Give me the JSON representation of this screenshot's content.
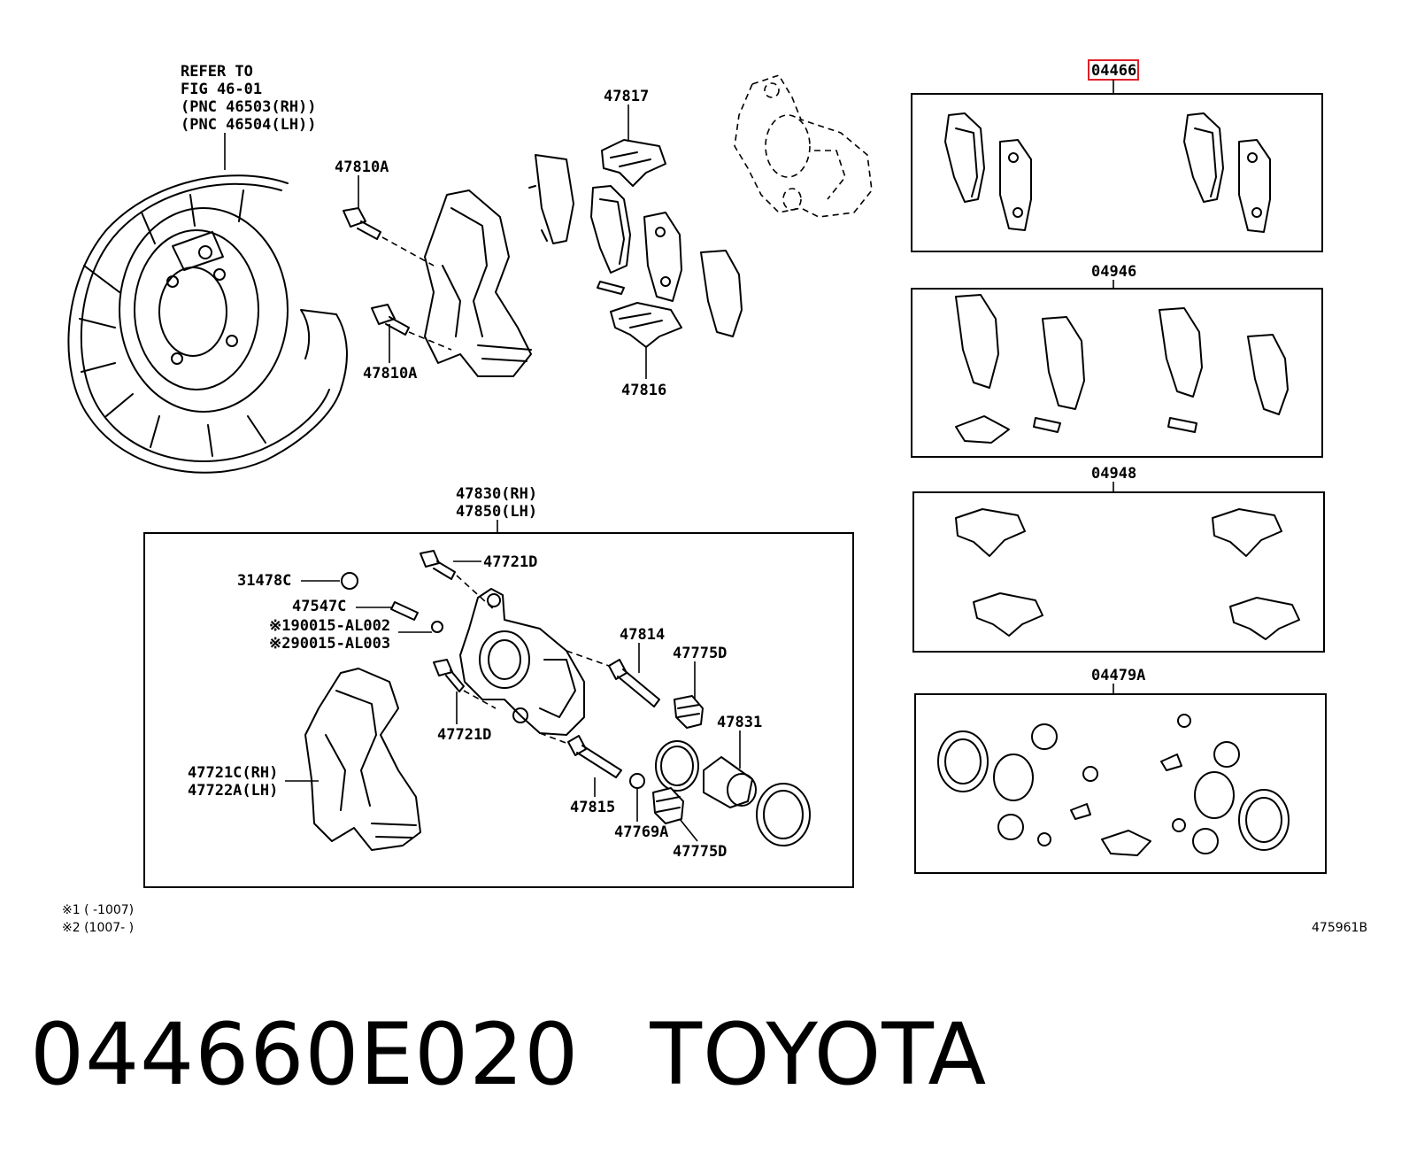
{
  "refer_note": {
    "line1": "REFER TO",
    "line2": "FIG 46-01",
    "line3": "(PNC 46503(RH))",
    "line4": "(PNC 46504(LH))"
  },
  "labels": {
    "p47817": "47817",
    "p47810A_top": "47810A",
    "p47810A_bottom": "47810A",
    "p47816": "47816",
    "p04466": "04466",
    "p04946": "04946",
    "p04948": "04948",
    "p04479A": "04479A",
    "p47830": "47830(RH)",
    "p47850": "47850(LH)",
    "p31478C": "31478C",
    "p47547C": "47547C",
    "note1_ref": "※190015-AL002",
    "note2_ref": "※290015-AL003",
    "p47721D_top": "47721D",
    "p47721D_bottom": "47721D",
    "p47814": "47814",
    "p47775D_top": "47775D",
    "p47831": "47831",
    "p47721C": "47721C(RH)",
    "p47722A": "47722A(LH)",
    "p47815": "47815",
    "p47769A": "47769A",
    "p47775D_bottom": "47775D"
  },
  "footnotes": {
    "note1": "※1 (      -1007)",
    "note2": "※2 (1007-      )"
  },
  "diagram_id": "475961B",
  "highlight_color": "#e0202a",
  "caption": {
    "part_number": "044660E020",
    "brand": "TOYOTA"
  }
}
